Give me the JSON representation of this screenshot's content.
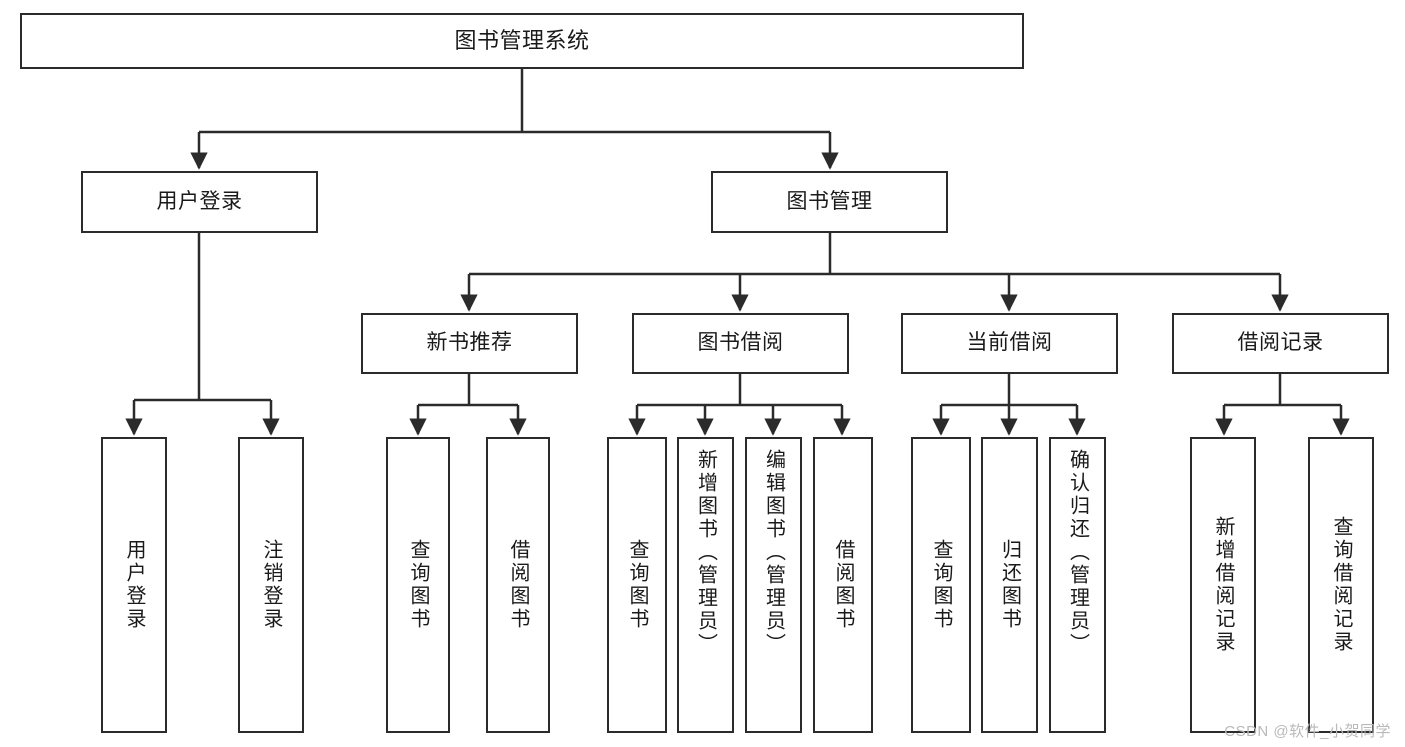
{
  "diagram": {
    "title": "图书管理系统",
    "type": "tree",
    "orientation": "top-down",
    "colors": {
      "box_border": "#2b2b2b",
      "box_fill": "#ffffff",
      "connector": "#2b2b2b",
      "page_background": "#ffffff",
      "watermark": "#b9b9b9"
    }
  },
  "watermark": {
    "text": "CSDN @软件_小贺同学"
  },
  "nodes": {
    "root": {
      "label": "图书管理系统",
      "level": 1
    },
    "level2": [
      {
        "id": "user-login",
        "label": "用户登录"
      },
      {
        "id": "book-manage",
        "label": "图书管理"
      }
    ],
    "level3": [
      {
        "id": "new-book-recommend",
        "label": "新书推荐",
        "parent": "book-manage"
      },
      {
        "id": "book-borrow",
        "label": "图书借阅",
        "parent": "book-manage"
      },
      {
        "id": "current-borrow",
        "label": "当前借阅",
        "parent": "book-manage"
      },
      {
        "id": "borrow-record",
        "label": "借阅记录",
        "parent": "book-manage"
      }
    ],
    "leaves": [
      {
        "id": "leaf-user-login",
        "label": "用户登录",
        "parent": "user-login"
      },
      {
        "id": "leaf-logout-login",
        "label": "注销登录",
        "parent": "user-login"
      },
      {
        "id": "leaf-query-book-1",
        "label": "查询图书",
        "parent": "new-book-recommend"
      },
      {
        "id": "leaf-borrow-book-1",
        "label": "借阅图书",
        "parent": "new-book-recommend"
      },
      {
        "id": "leaf-query-book-2",
        "label": "查询图书",
        "parent": "book-borrow"
      },
      {
        "id": "leaf-add-book",
        "label": "新增图书（管理员）",
        "parent": "book-borrow"
      },
      {
        "id": "leaf-edit-book",
        "label": "编辑图书（管理员）",
        "parent": "book-borrow"
      },
      {
        "id": "leaf-borrow-book-2",
        "label": "借阅图书",
        "parent": "book-borrow"
      },
      {
        "id": "leaf-query-book-3",
        "label": "查询图书",
        "parent": "current-borrow"
      },
      {
        "id": "leaf-return-book",
        "label": "归还图书",
        "parent": "current-borrow"
      },
      {
        "id": "leaf-confirm-return",
        "label": "确认归还（管理员）",
        "parent": "current-borrow"
      },
      {
        "id": "leaf-add-record",
        "label": "新增借阅记录",
        "parent": "borrow-record"
      },
      {
        "id": "leaf-query-record",
        "label": "查询借阅记录",
        "parent": "borrow-record"
      }
    ]
  }
}
